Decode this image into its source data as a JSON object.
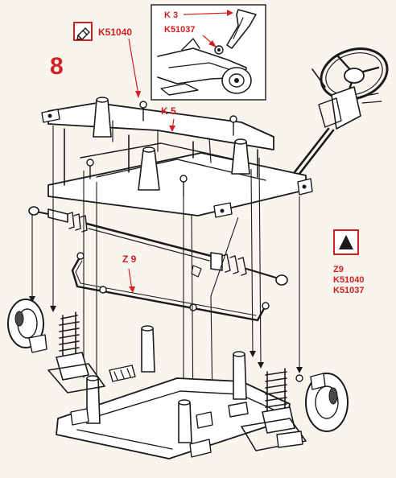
{
  "step_number": "8",
  "callout_k51040": "K51040",
  "inset_labels": {
    "k3": "K 3",
    "k51037": "K51037"
  },
  "label_k5": "K 5",
  "label_z9": "Z 9",
  "legend": {
    "z9": "Z9",
    "k51040": "K51040",
    "k51037": "K51037"
  },
  "icons": {
    "fixing_icon": "pencil-icon",
    "warning_icon": "warning-triangle-icon"
  },
  "colors": {
    "accent": "#d42020",
    "ink": "#1a1a1a",
    "paper": "#f8f5ee"
  }
}
